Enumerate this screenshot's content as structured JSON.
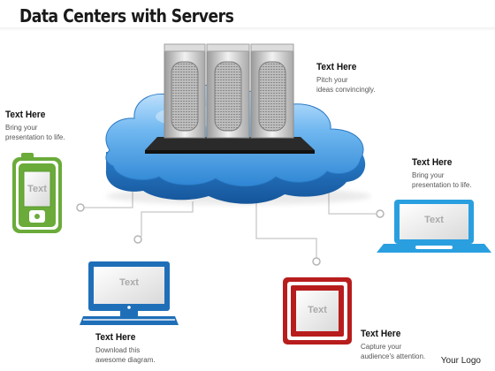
{
  "title": "Data Centers with Servers",
  "callouts": {
    "servers": {
      "heading": "Text Here",
      "body": "Pitch your\nideas convincingly."
    },
    "phone": {
      "heading": "Text Here",
      "body": "Bring your\npresentation to life."
    },
    "laptop": {
      "heading": "Text Here",
      "body": "Bring your\npresentation to life."
    },
    "desktop": {
      "heading": "Text Here",
      "body": "Download this\nawesome diagram."
    },
    "tablet": {
      "heading": "Text Here",
      "body": "Capture your\naudience's attention."
    }
  },
  "device_labels": {
    "phone": "Text",
    "laptop": "Text",
    "desktop": "Text",
    "tablet": "Text"
  },
  "logo": "Your Logo",
  "colors": {
    "cloud": "#2b8ad6",
    "phone": "#6aab3a",
    "laptop": "#2a9fe0",
    "desktop": "#1f6fb8",
    "tablet": "#b81d1d"
  }
}
